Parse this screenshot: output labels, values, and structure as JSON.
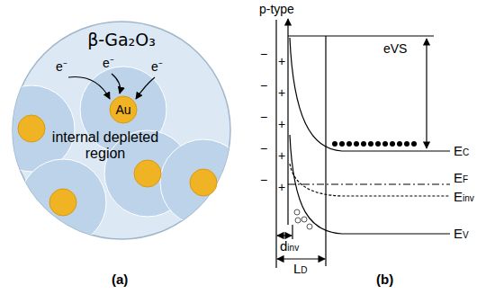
{
  "diagram": {
    "nodes": [
      {
        "text": [
          "β-Ga₂O₃",
          "internal depleted region"
        ]
      },
      {
        "text": [
          "Au"
        ],
        "in": 0
      }
    ],
    "labels": [
      "e⁻",
      "e⁻",
      "e⁻",
      "p-type",
      "eVS",
      "EC",
      "EF",
      "Einv",
      "EV",
      "dinv",
      "LD",
      "−",
      "−",
      "−",
      "−",
      "−",
      "+",
      "+",
      "+",
      "+",
      "+",
      "(a)",
      "(b)"
    ]
  }
}
